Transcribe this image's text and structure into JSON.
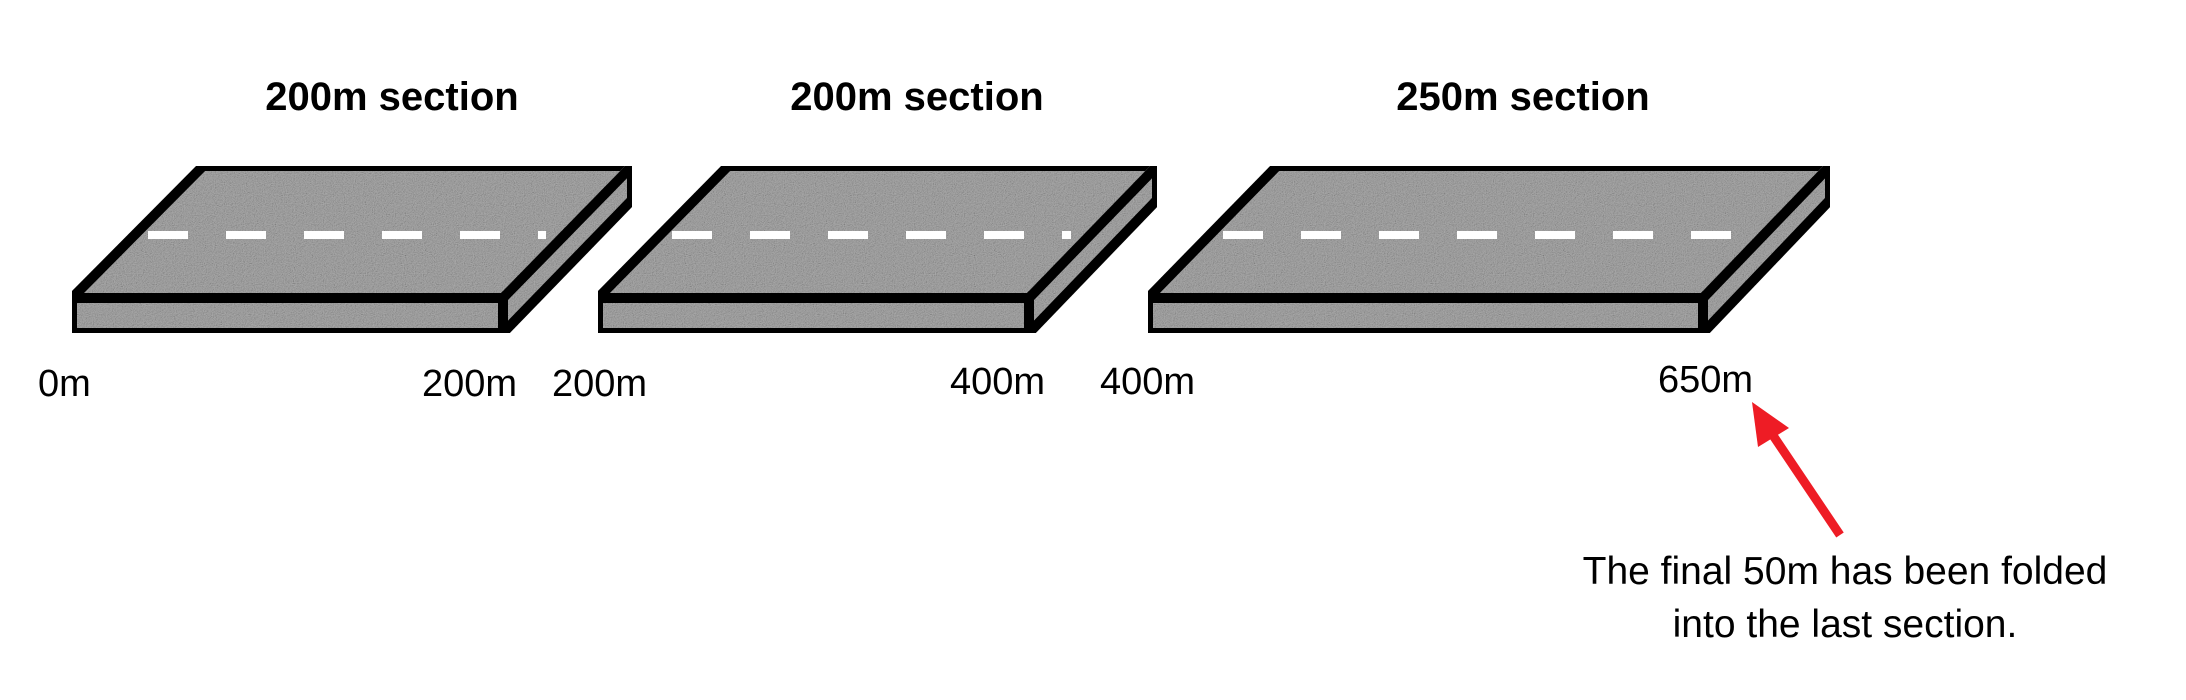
{
  "sections": [
    {
      "title": "200m section",
      "start_label": "0m",
      "end_label": "200m"
    },
    {
      "title": "200m section",
      "start_label": "200m",
      "end_label": "400m"
    },
    {
      "title": "250m section",
      "start_label": "400m",
      "end_label": "650m"
    }
  ],
  "annotation": {
    "line1": "The final 50m has been folded",
    "line2": "into the last section.",
    "arrow_color": "#ee1c25"
  },
  "colors": {
    "slab_outline": "#000000",
    "slab_texture": "#a9a9a9",
    "lane_marking": "#ffffff"
  }
}
